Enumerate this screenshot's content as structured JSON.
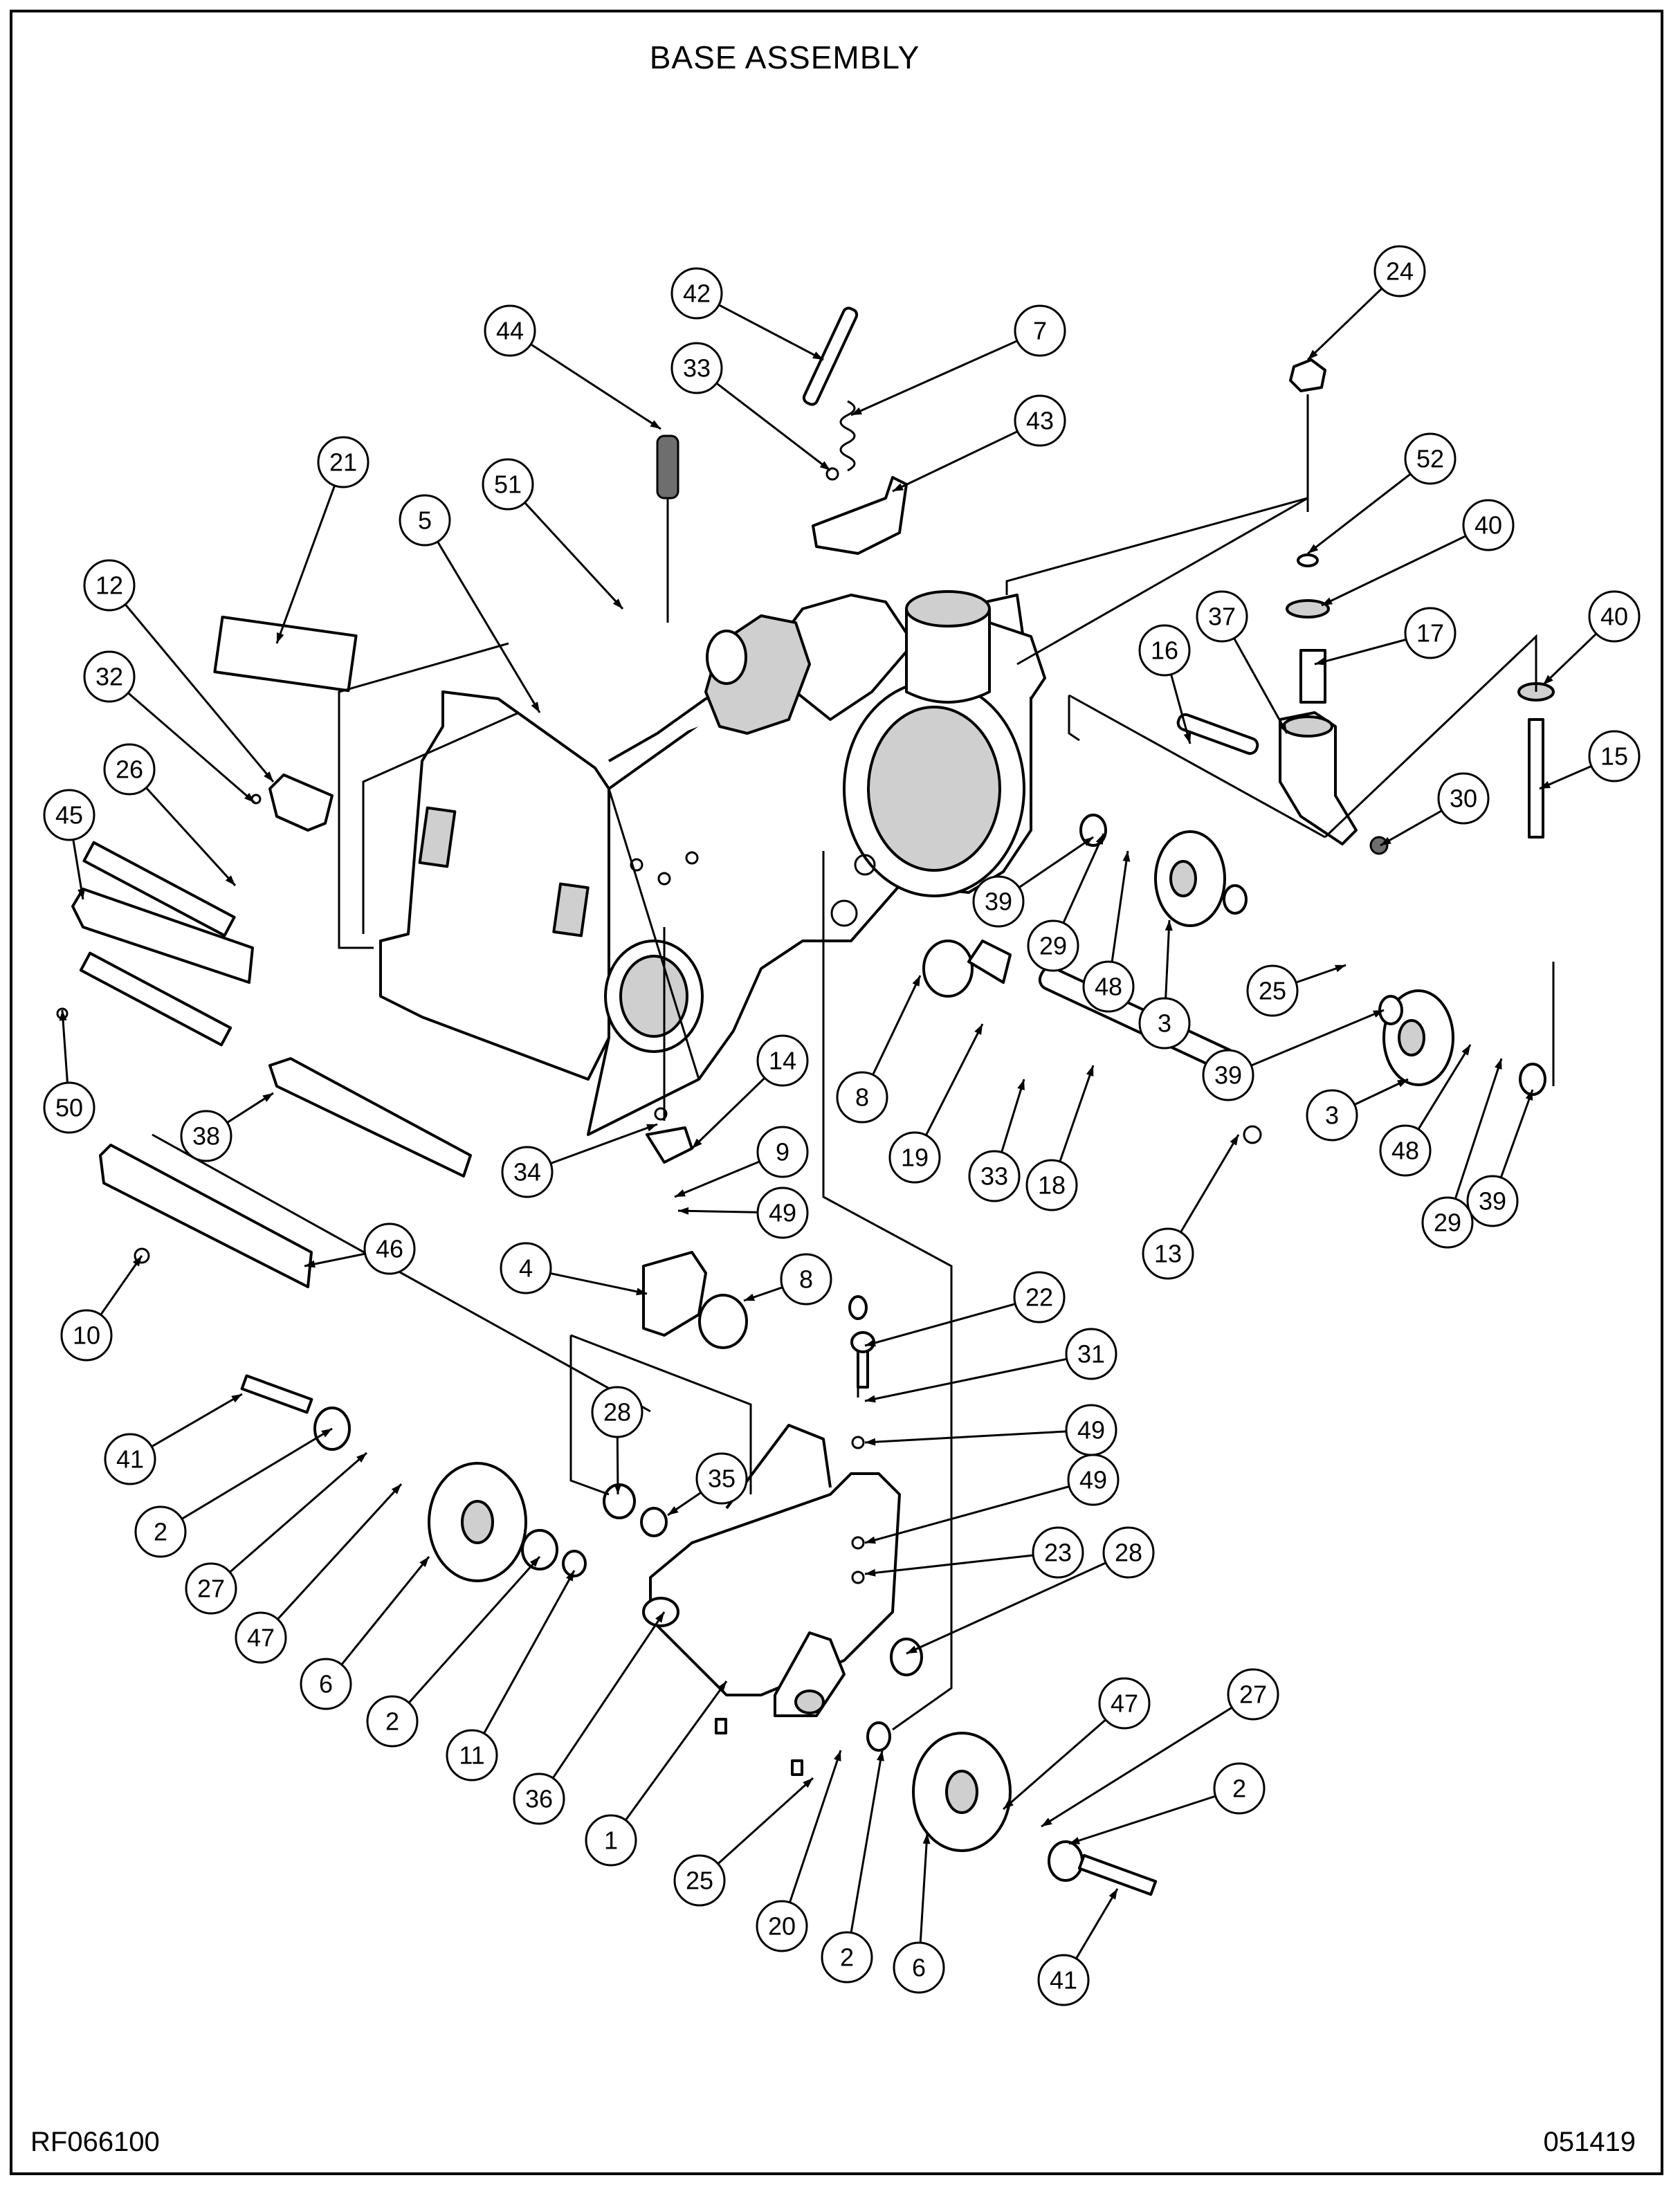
{
  "title": "BASE ASSEMBLY",
  "drawing_number": "RF066100",
  "date_code": "051419",
  "balloons": [
    {
      "num": "44"
    },
    {
      "num": "42"
    },
    {
      "num": "33"
    },
    {
      "num": "7"
    },
    {
      "num": "43"
    },
    {
      "num": "24"
    },
    {
      "num": "21"
    },
    {
      "num": "51"
    },
    {
      "num": "5"
    },
    {
      "num": "12"
    },
    {
      "num": "32"
    },
    {
      "num": "26"
    },
    {
      "num": "45"
    },
    {
      "num": "50"
    },
    {
      "num": "38"
    },
    {
      "num": "10"
    },
    {
      "num": "46"
    },
    {
      "num": "52"
    },
    {
      "num": "40"
    },
    {
      "num": "37"
    },
    {
      "num": "16"
    },
    {
      "num": "17"
    },
    {
      "num": "40"
    },
    {
      "num": "15"
    },
    {
      "num": "30"
    },
    {
      "num": "39"
    },
    {
      "num": "29"
    },
    {
      "num": "48"
    },
    {
      "num": "3"
    },
    {
      "num": "25"
    },
    {
      "num": "39"
    },
    {
      "num": "3"
    },
    {
      "num": "48"
    },
    {
      "num": "39"
    },
    {
      "num": "29"
    },
    {
      "num": "8"
    },
    {
      "num": "19"
    },
    {
      "num": "33"
    },
    {
      "num": "18"
    },
    {
      "num": "13"
    },
    {
      "num": "14"
    },
    {
      "num": "34"
    },
    {
      "num": "9"
    },
    {
      "num": "49"
    },
    {
      "num": "4"
    },
    {
      "num": "8"
    },
    {
      "num": "22"
    },
    {
      "num": "31"
    },
    {
      "num": "49"
    },
    {
      "num": "28"
    },
    {
      "num": "35"
    },
    {
      "num": "49"
    },
    {
      "num": "23"
    },
    {
      "num": "28"
    },
    {
      "num": "41"
    },
    {
      "num": "2"
    },
    {
      "num": "27"
    },
    {
      "num": "47"
    },
    {
      "num": "6"
    },
    {
      "num": "2"
    },
    {
      "num": "11"
    },
    {
      "num": "36"
    },
    {
      "num": "1"
    },
    {
      "num": "25"
    },
    {
      "num": "20"
    },
    {
      "num": "2"
    },
    {
      "num": "6"
    },
    {
      "num": "47"
    },
    {
      "num": "27"
    },
    {
      "num": "2"
    },
    {
      "num": "41"
    }
  ]
}
